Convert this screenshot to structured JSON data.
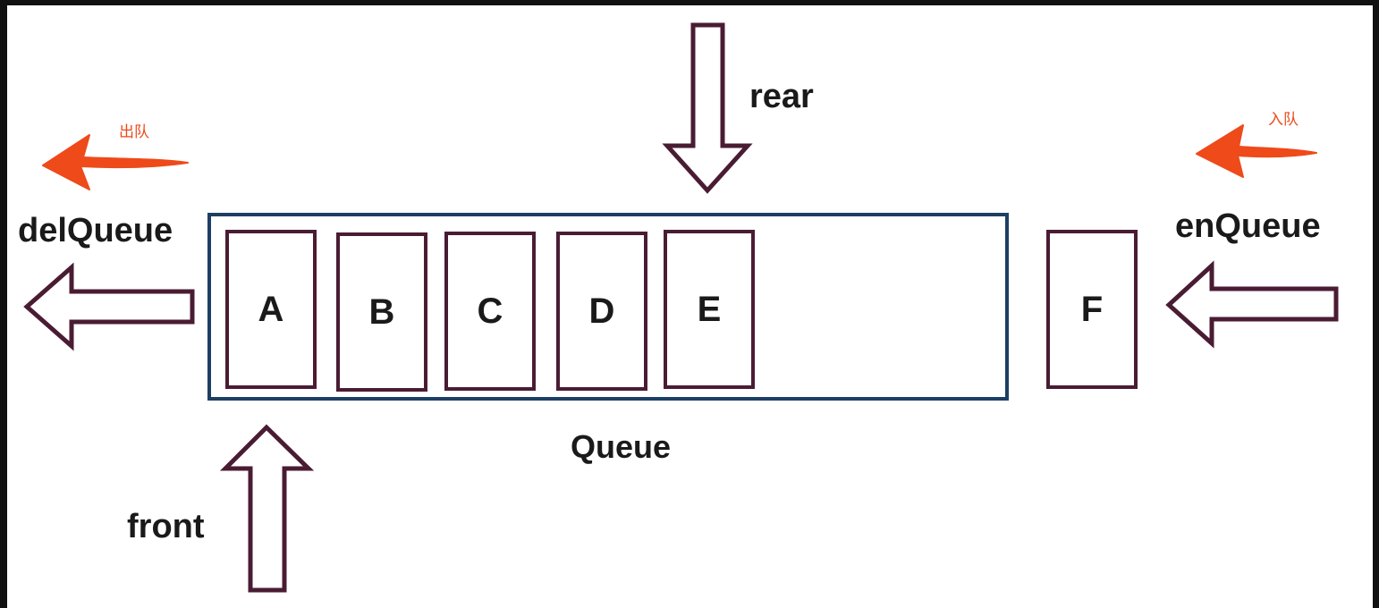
{
  "labels": {
    "rear": "rear",
    "front": "front",
    "queue": "Queue",
    "del_queue": "delQueue",
    "en_queue": "enQueue",
    "dequeue_cn": "出队",
    "enqueue_cn": "入队"
  },
  "queue_elements": [
    "A",
    "B",
    "C",
    "D",
    "E"
  ],
  "incoming_element": "F",
  "colors": {
    "background": "#111111",
    "canvas": "#ffffff",
    "queue_border": "#1d3f63",
    "element_border": "#4a1c33",
    "hollow_arrow": "#4a1c33",
    "annotation_arrow": "#ee4a1a",
    "annotation_text": "#ee4a1a"
  }
}
